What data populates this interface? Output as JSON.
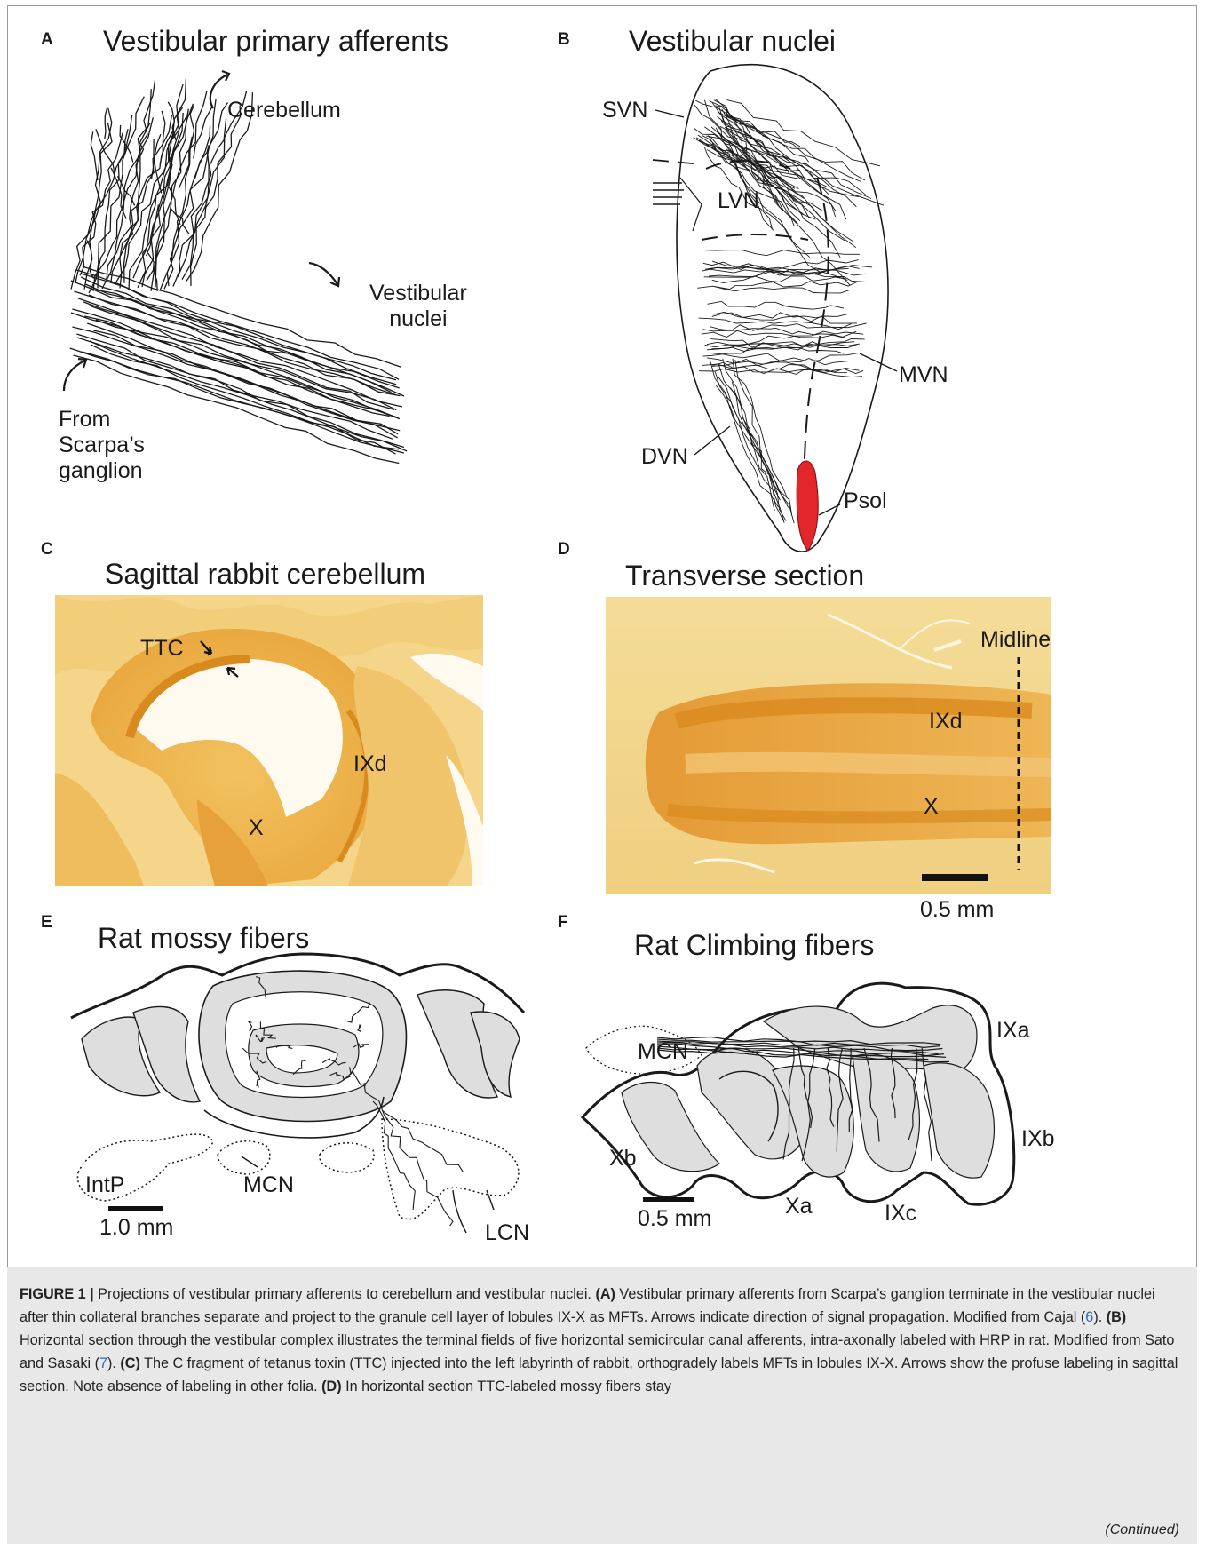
{
  "panels": {
    "A": {
      "letter": "A",
      "title": "Vestibular primary afferents",
      "labels": {
        "cerebellum": "Cerebellum",
        "vestibular_nuclei": "Vestibular\nnuclei",
        "from_scarpa": "From\nScarpa’s\nganglion"
      }
    },
    "B": {
      "letter": "B",
      "title": "Vestibular nuclei",
      "labels": {
        "svn": "SVN",
        "lvn": "LVN",
        "mvn": "MVN",
        "dvn": "DVN",
        "psol": "Psol"
      },
      "colors": {
        "psol_fill": "#e3262b"
      }
    },
    "C": {
      "letter": "C",
      "title": "Sagittal rabbit cerebellum",
      "labels": {
        "ttc": "TTC",
        "ixd": "IXd",
        "x": "X"
      }
    },
    "D": {
      "letter": "D",
      "title": "Transverse section",
      "labels": {
        "midline": "Midline",
        "ixd": "IXd",
        "x": "X",
        "scale": "0.5 mm"
      }
    },
    "E": {
      "letter": "E",
      "title": "Rat mossy fibers",
      "labels": {
        "intp": "IntP",
        "mcn": "MCN",
        "lcn": "LCN",
        "scale": "1.0 mm"
      }
    },
    "F": {
      "letter": "F",
      "title": "Rat Climbing fibers",
      "labels": {
        "mcn": "MCN",
        "ixa": "IXa",
        "ixb": "IXb",
        "ixc": "IXc",
        "xa": "Xa",
        "xb": "Xb",
        "scale": "0.5 mm"
      }
    }
  },
  "colors": {
    "stain_light": "#f4d58a",
    "stain_mid": "#e9a73d",
    "stain_dark": "#d98a1e",
    "gray_fill": "#dedede",
    "caption_bg": "#e8e8e8"
  },
  "caption": {
    "label": "FIGURE 1 |",
    "intro": " Projections of vestibular primary afferents to cerebellum and vestibular nuclei. ",
    "a_tag": "(A)",
    "a_text": " Vestibular primary afferents from Scarpa’s ganglion terminate in the vestibular nuclei after thin collateral branches separate and project to the granule cell layer of lobules IX-X as MFTs. Arrows indicate direction of signal propagation. Modified from Cajal (",
    "ref6": "6",
    "a_end": "). ",
    "b_tag": "(B)",
    "b_text": " Horizontal section through the vestibular complex illustrates the terminal fields of five horizontal semicircular canal afferents, intra-axonally labeled with HRP in rat. Modified from Sato and Sasaki (",
    "ref7": "7",
    "b_end": "). ",
    "c_tag": "(C)",
    "c_text": " The C fragment of tetanus toxin (TTC) injected into the left labyrinth of rabbit, orthogradely labels MFTs in lobules IX-X. Arrows show the profuse labeling in sagittal section. Note absence of labeling in other folia. ",
    "d_tag": "(D)",
    "d_text": " In horizontal section TTC-labeled mossy fibers stay",
    "continued": "(Continued)"
  }
}
